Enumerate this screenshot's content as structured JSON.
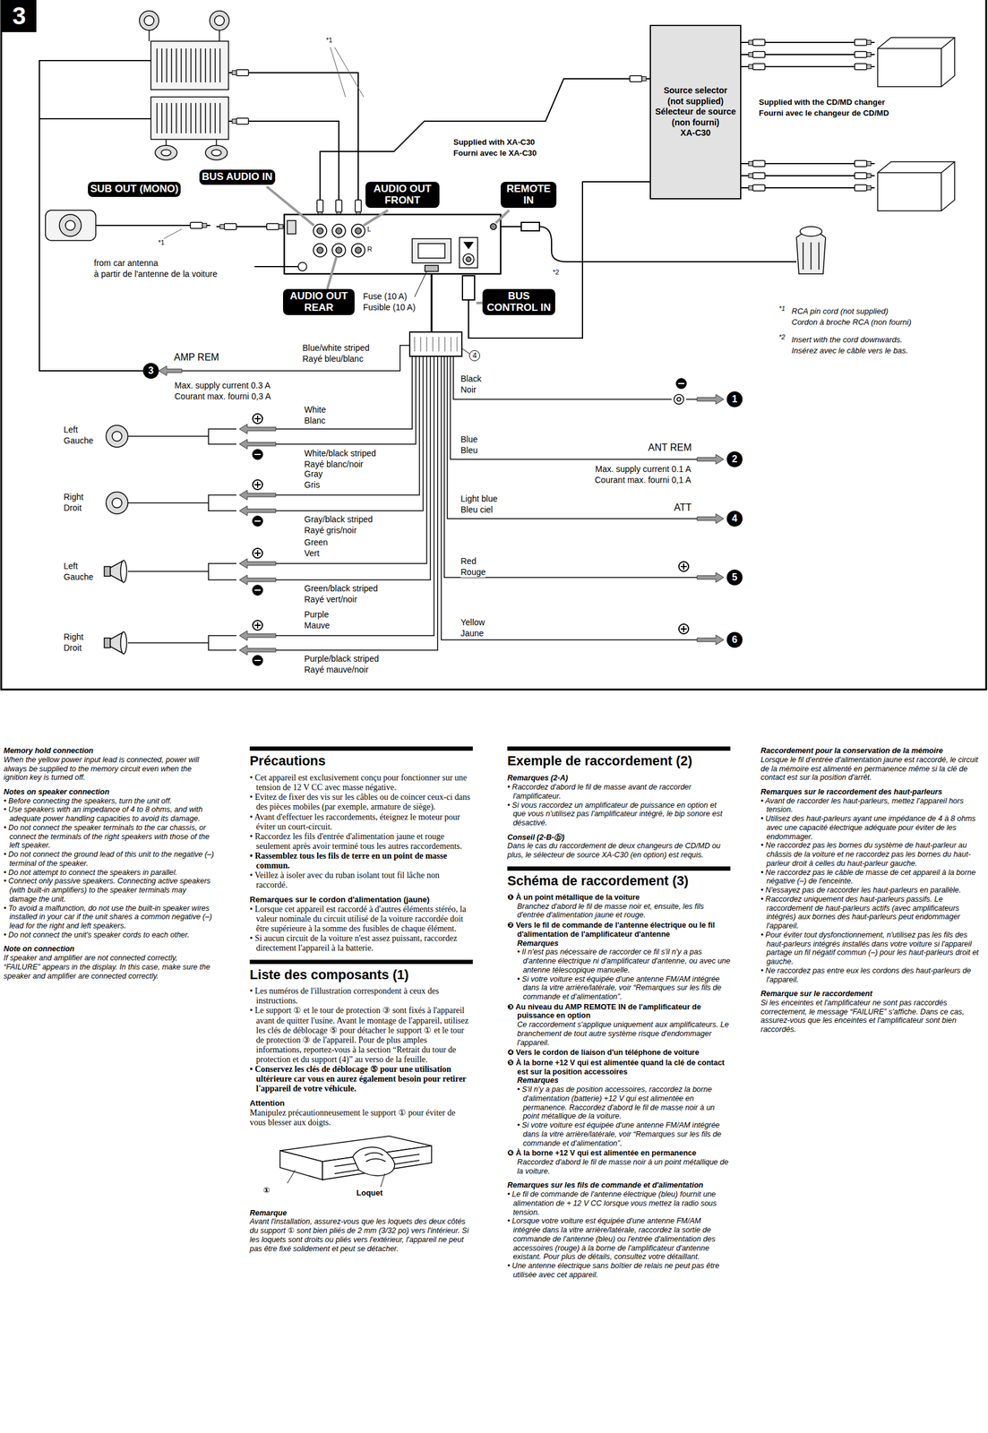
{
  "diagram": {
    "nodes": [
      {
        "text": [
          "3"
        ]
      },
      {
        "text": [
          "Source selector (not supplied)",
          "Sélecteur de source (non fourni)",
          "XA-C30"
        ]
      },
      {
        "text": [
          "BUS AUDIO IN"
        ]
      },
      {
        "text": [
          "SUB OUT (MONO)"
        ]
      },
      {
        "text": [
          "AUDIO OUT FRONT"
        ]
      },
      {
        "text": [
          "REMOTE IN"
        ]
      },
      {
        "text": [
          "AUDIO OUT REAR"
        ]
      },
      {
        "text": [
          "BUS CONTROL IN"
        ]
      },
      {
        "text": [
          "4"
        ]
      },
      {
        "text": [
          "3"
        ]
      },
      {
        "text": [
          "1"
        ]
      },
      {
        "text": [
          "2"
        ]
      },
      {
        "text": [
          "4"
        ]
      },
      {
        "text": [
          "5"
        ]
      },
      {
        "text": [
          "6"
        ]
      }
    ],
    "labels": [
      "*1",
      "Supplied with XA-C30",
      "Fourni avec le XA-C30",
      "Supplied with the CD/MD changer",
      "Fourni avec le changeur de CD/MD",
      "*1",
      "from car antenna",
      "à partir de l'antenne de la voiture",
      "L",
      "R",
      "Fuse (10 A)",
      "Fusible (10 A)",
      "*2",
      "*1",
      "RCA pin cord (not supplied)",
      "Cordon à broche RCA (non fourni)",
      "*2",
      "Insert with the cord downwards.",
      "Insérez avec le câble vers le bas.",
      "Blue/white striped",
      "Rayé bleu/blanc",
      "AMP REM",
      "Max. supply current 0.3 A",
      "Courant max. fourni 0,3 A",
      "Black",
      "Noir",
      "White",
      "Blanc",
      "Left",
      "Gauche",
      "Blue",
      "Bleu",
      "ANT REM",
      "White/black striped",
      "Rayé blanc/noir",
      "Max. supply current 0.1 A",
      "Courant max. fourni 0,1 A",
      "Gray",
      "Gris",
      "Right",
      "Droit",
      "Light blue",
      "Bleu ciel",
      "ATT",
      "Gray/black striped",
      "Rayé gris/noir",
      "Green",
      "Vert",
      "Red",
      "Rouge",
      "Left",
      "Gauche",
      "Green/black striped",
      "Rayé vert/noir",
      "Purple",
      "Mauve",
      "Yellow",
      "Jaune",
      "Right",
      "Droit",
      "Purple/black striped",
      "Rayé mauve/noir",
      "Memory hold connection",
      "When the yellow power input lead is connected, power will always be supplied to the memory circuit even when the ignition key is turned off.",
      "Notes on speaker connection",
      "• Before connecting the speakers, turn the unit off.",
      "• Use speakers with an impedance of 4 to 8 ohms, and with adequate power handling capacities to avoid its damage.",
      "• Do not connect the speaker terminals to the car chassis, or connect the terminals of the right speakers with those of the left speaker.",
      "• Do not connect the ground lead of this unit to the negative (–) terminal of the speaker.",
      "• Do not attempt to connect the speakers in parallel.",
      "• Connect only passive speakers. Connecting active speakers (with built-in amplifiers) to the speaker terminals may damage the unit.",
      "• To avoid a malfunction, do not use the built-in speaker wires installed in your car if the unit shares a common negative (–) lead for the right and left speakers.",
      "• Do not connect the unit's speaker cords to each other.",
      "Note on connection",
      "If speaker and amplifier are not connected correctly, “FAILURE” appears in the display. In this case, make sure the speaker and amplifier are connected correctly.",
      "Précautions",
      "• Cet appareil est exclusivement conçu pour fonctionner sur une tension de 12 V CC avec masse négative.",
      "• Evitez de fixer des vis sur les câbles ou de coincer ceux-ci dans des pièces mobiles (par exemple, armature de siège).",
      "• Avant d'effectuer les raccordements, éteignez le moteur pour éviter un court-circuit.",
      "• Raccordez les fils d'entrée d'alimentation jaune et rouge seulement après avoir terminé tous les autres raccordements.",
      "• Rassemblez tous les fils de terre en un point de masse commun.",
      "• Veillez à isoler avec du ruban isolant tout fil lâche non raccordé.",
      "Remarques sur le cordon d'alimentation (jaune)",
      "• Lorsque cet appareil est raccordé à d'autres éléments stéréo, la valeur nominale du circuit utilisé de la voiture raccordée doit être supérieure à la somme des fusibles de chaque élément.",
      "• Si aucun circuit de la voiture n'est assez puissant, raccordez directement l'appareil à la batterie.",
      "Liste des composants (1)",
      "• Les numéros de l'illustration correspondent à ceux des instructions.",
      "• Le support ① et le tour de protection ③ sont fixés à l'appareil avant de quitter l'usine. Avant le montage de l'appareil, utilisez les clés de déblocage ⑤ pour détacher le support ① et le tour de protection ③ de l'appareil. Pour de plus amples informations, reportez-vous à la section “Retrait du tour de protection et du support (4)” au verso de la feuille.",
      "• Conservez les clés de déblocage ⑤ pour une utilisation ultérieure car vous en aurez également besoin pour retirer l'appareil de votre véhicule.",
      "Attention",
      "Manipulez précautionneusement le support ① pour éviter de vous blesser aux doigts.",
      "①",
      "Loquet",
      "Remarque",
      "Avant l'installation, assurez-vous que les loquets des deux côtés du support ① sont bien pliés de 2 mm (3/32 po) vers l'intérieur. Si les loquets sont droits ou pliés vers l'extérieur, l'appareil ne peut pas être fixé solidement et peut se détacher.",
      "Exemple de raccordement (2)",
      "Remarques (2-A)",
      "• Raccordez d'abord le fil de masse avant de raccorder l'amplificateur.",
      "• Si vous raccordez un amplificateur de puissance en option et que vous n'utilisez pas l'amplificateur intégré, le bip sonore est désactivé.",
      "Conseil (2-B-ⓑ)",
      "Dans le cas du raccordement de deux changeurs de CD/MD ou plus, le sélecteur de source XA-C30 (en option) est requis.",
      "Schéma de raccordement (3)",
      "❶ À un point métallique de la voiture",
      "Branchez d'abord le fil de masse noir et, ensuite, les fils d'entrée d'alimentation jaune et rouge.",
      "❷ Vers le fil de commande de l'antenne électrique ou le fil d'alimentation de l'amplificateur d'antenne",
      "Remarques",
      "• Il n'est pas nécessaire de raccorder ce fil s'il n'y a pas d'antenne électrique ni d'amplificateur d'antenne, ou avec une antenne télescopique manuelle.",
      "• Si votre voiture est équipée d'une antenne FM/AM intégrée dans la vitre arrière/latérale, voir “Remarques sur les fils de commande et d'alimentation”.",
      "❸ Au niveau du AMP REMOTE IN de l'amplificateur de puissance en option",
      "Ce raccordement s'applique uniquement aux amplificateurs. Le branchement de tout autre système risque d'endommager l'appareil.",
      "❹ Vers le cordon de liaison d'un téléphone de voiture",
      "❺ À la borne +12 V qui est alimentée quand la clé de contact est sur la position accessoires",
      "Remarques",
      "• S'il n'y a pas de position accessoires, raccordez la borne d'alimentation (batterie) +12 V qui est alimentée en permanence. Raccordez d'abord le fil de masse noir à un point métallique de la voiture.",
      "• Si votre voiture est équipée d'une antenne FM/AM intégrée dans la vitre arrière/latérale, voir “Remarques sur les fils de commande et d'alimentation”.",
      "❻ À la borne +12 V qui est alimentée en permanence",
      "Raccordez d'abord le fil de masse noir à un point métallique de la voiture.",
      "Remarques sur les fils de commande et d'alimentation",
      "• Le fil de commande de l'antenne électrique (bleu) fournit une alimentation de + 12 V CC lorsque vous mettez la radio sous tension.",
      "• Lorsque votre voiture est équipée d'une antenne FM/AM intégrée dans la vitre arrière/latérale, raccordez la sortie de commande de l'antenne (bleu) ou l'entrée d'alimentation des accessoires (rouge) à la borne de l'amplificateur d'antenne existant. Pour plus de détails, consultez votre détaillant.",
      "• Une antenne électrique sans boîtier de relais ne peut pas être utilisée avec cet appareil.",
      "Raccordement pour la conservation de la mémoire",
      "Lorsque le fil d'entrée d'alimentation jaune est raccordé, le circuit de la mémoire est alimenté en permanence même si la clé de contact est sur la position d'arrêt.",
      "Remarques sur le raccordement des haut-parleurs",
      "• Avant de raccorder les haut-parleurs, mettez l'appareil hors tension.",
      "• Utilisez des haut-parleurs ayant une impédance de 4 à 8 ohms avec une capacité électrique adéquate pour éviter de les endommager.",
      "• Ne raccordez pas les bornes du système de haut-parleur au châssis de la voiture et ne raccordez pas les bornes du haut-parleur droit à celles du haut-parleur gauche.",
      "• Ne raccordez pas le câble de masse de cet appareil à la borne négative (–) de l'enceinte.",
      "• N'essayez pas de raccorder les haut-parleurs en parallèle.",
      "• Raccordez uniquement des haut-parleurs passifs. Le raccordement de haut-parleurs actifs (avec amplificateurs intégrés) aux bornes des haut-parleurs peut endommager l'appareil.",
      "• Pour éviter tout dysfonctionnement, n'utilisez pas les fils des haut-parleurs intégrés installés dans votre voiture si l'appareil partage un fil négatif commun (–) pour les haut-parleurs droit et gauche.",
      "• Ne raccordez pas entre eux les cordons des haut-parleurs de l'appareil.",
      "Remarque sur le raccordement",
      "Si les enceintes et l'amplificateur ne sont pas raccordés correctement, le message “FAILURE” s'affiche. Dans ce cas, assurez-vous que les enceintes et l'amplificateur sont bien raccordés."
    ]
  }
}
